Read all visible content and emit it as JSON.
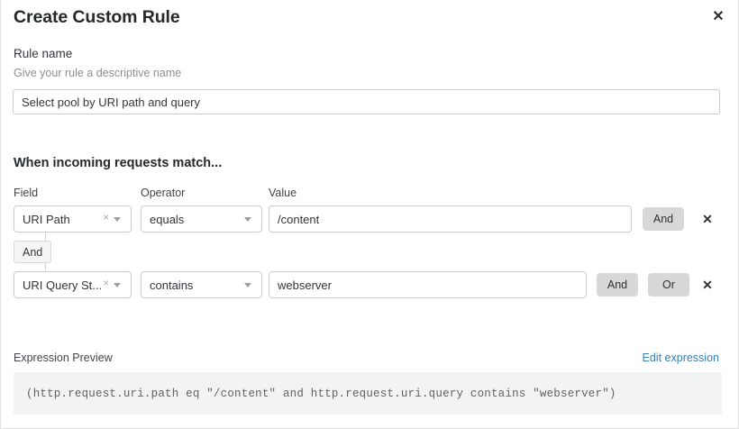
{
  "dialog": {
    "title": "Create Custom Rule",
    "close_label": "✕"
  },
  "rule_name": {
    "label": "Rule name",
    "help": "Give your rule a descriptive name",
    "value": "Select pool by URI path and query",
    "placeholder": "Give your rule a descriptive name"
  },
  "match": {
    "heading": "When incoming requests match...",
    "columns": {
      "field": "Field",
      "operator": "Operator",
      "value": "Value"
    },
    "connector": {
      "label": "And"
    },
    "rows": [
      {
        "field": "URI Path",
        "field_clear": "×",
        "operator": "equals",
        "value": "/content",
        "value_placeholder": "Enter value",
        "buttons": [
          "And"
        ],
        "delete_label": "✕"
      },
      {
        "field": "URI Query St...",
        "field_clear": "×",
        "operator": "contains",
        "value": "webserver",
        "value_placeholder": "Enter value",
        "buttons": [
          "And",
          "Or"
        ],
        "delete_label": "✕"
      }
    ]
  },
  "expression": {
    "label": "Expression Preview",
    "edit_link": "Edit expression",
    "text": "(http.request.uri.path eq \"/content\" and http.request.uri.query contains \"webserver\")"
  },
  "colors": {
    "link": "#3a7faf",
    "button_grey": "#d6d8da",
    "preview_bg": "#f2f3f4",
    "border": "#c9cccf"
  }
}
